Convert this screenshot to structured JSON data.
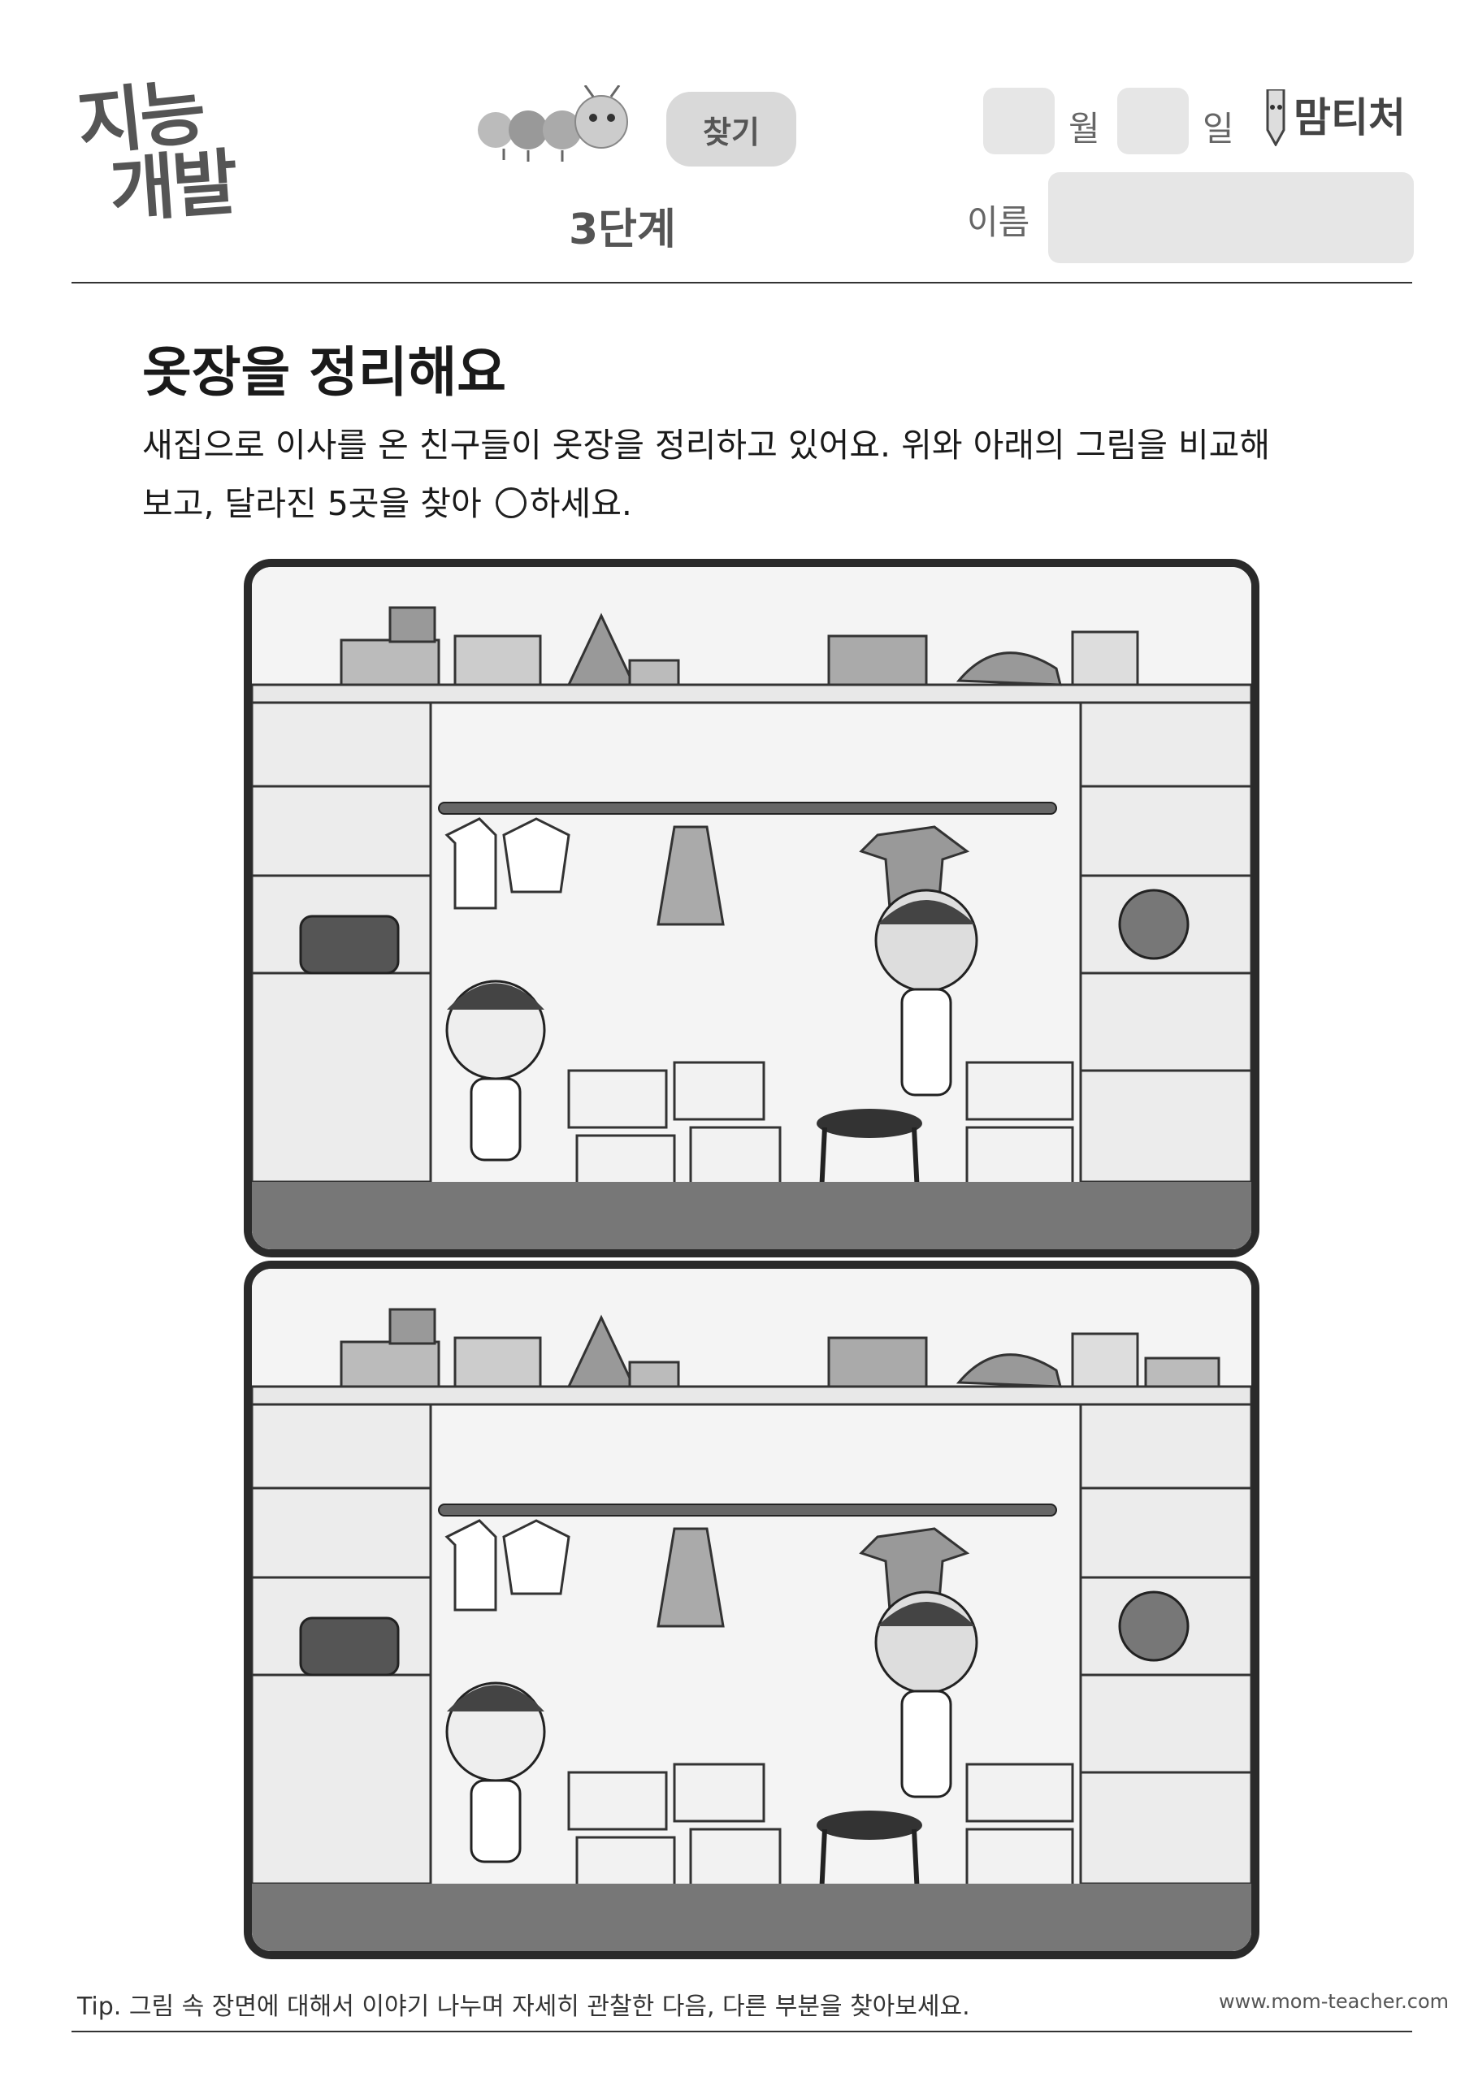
{
  "header": {
    "logo_line1": "지능",
    "logo_line2": "개발",
    "activity_label": "찾기",
    "level": "3단계",
    "month_label": "월",
    "day_label": "일",
    "name_label": "이름",
    "brand": "맘티처"
  },
  "content": {
    "title": "옷장을 정리해요",
    "instruction_line1": "새집으로 이사를 온 친구들이 옷장을 정리하고 있어요. 위와 아래의 그림을 비교해",
    "instruction_line2_before": "보고, 달라진 5곳을 찾아",
    "instruction_line2_after": "하세요."
  },
  "footer": {
    "tip": "Tip. 그림 속 장면에 대해서 이야기 나누며 자세히 관찰한 다음, 다른 부분을 찾아보세요.",
    "url": "www.mom-teacher.com"
  }
}
